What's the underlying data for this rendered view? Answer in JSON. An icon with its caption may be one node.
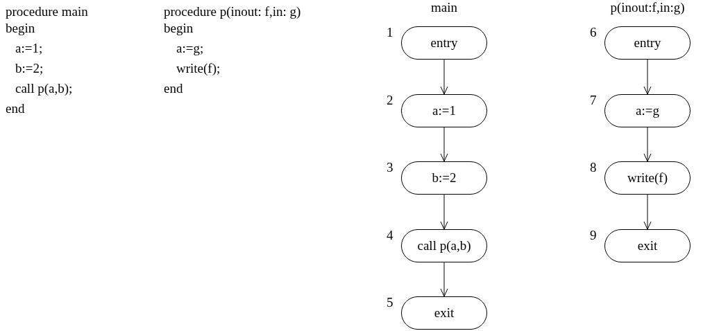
{
  "diagram": {
    "nodes": [
      {
        "text": [
          "entry"
        ],
        "beside": [
          "1"
        ]
      },
      {
        "text": [
          "a:=1"
        ],
        "beside": [
          "2"
        ]
      },
      {
        "text": [
          "b:=2"
        ],
        "beside": [
          "3"
        ]
      },
      {
        "text": [
          "call p(a,b)"
        ],
        "beside": [
          "4"
        ]
      },
      {
        "text": [
          "exit"
        ],
        "beside": [
          "5"
        ]
      },
      {
        "text": [
          "entry"
        ],
        "beside": [
          "6"
        ]
      },
      {
        "text": [
          "a:=g"
        ],
        "beside": [
          "7"
        ]
      },
      {
        "text": [
          "write(f)"
        ],
        "beside": [
          "8"
        ]
      },
      {
        "text": [
          "exit"
        ],
        "beside": [
          "9"
        ]
      }
    ],
    "edges": [
      {
        "from": 0,
        "to": 1,
        "arrow": "to"
      },
      {
        "from": 1,
        "to": 2,
        "arrow": "to"
      },
      {
        "from": 2,
        "to": 3,
        "arrow": "to"
      },
      {
        "from": 3,
        "to": 4,
        "arrow": "to"
      },
      {
        "from": 5,
        "to": 6,
        "arrow": "to"
      },
      {
        "from": 6,
        "to": 7,
        "arrow": "to"
      },
      {
        "from": 7,
        "to": 8,
        "arrow": "to"
      }
    ],
    "labels": [
      "procedure main",
      "begin",
      "a:=1;",
      "b:=2;",
      "call p(a,b);",
      "end",
      "procedure p(inout: f,in: g)",
      "begin",
      "a:=g;",
      "write(f);",
      "end",
      "main",
      "p(inout:f,in:g)"
    ]
  }
}
